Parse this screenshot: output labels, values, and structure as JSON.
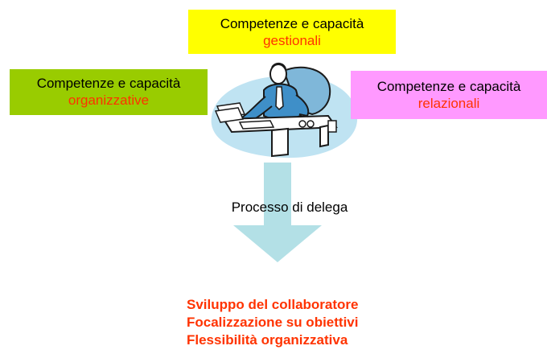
{
  "boxes": {
    "gestionali": {
      "line1": "Competenze e capacità",
      "line2": "gestionali",
      "bg_color": "#ffff00",
      "line2_color": "#ff3300"
    },
    "organizzative": {
      "line1": "Competenze e capacità",
      "line2": "organizzative",
      "bg_color": "#99cc00",
      "line2_color": "#ff3300"
    },
    "relazionali": {
      "line1": "Competenze e capacità",
      "line2": "relazionali",
      "bg_color": "#ff99ff",
      "line2_color": "#ff3300"
    }
  },
  "illustration": {
    "icon": "manager-at-desk-icon"
  },
  "arrow": {
    "label": "Processo di delega",
    "color": "#b3e0e6"
  },
  "outcomes": {
    "color": "#ff3300",
    "items": [
      "Sviluppo del collaboratore",
      "Focalizzazione su obiettivi",
      "Flessibilità organizzativa"
    ]
  }
}
